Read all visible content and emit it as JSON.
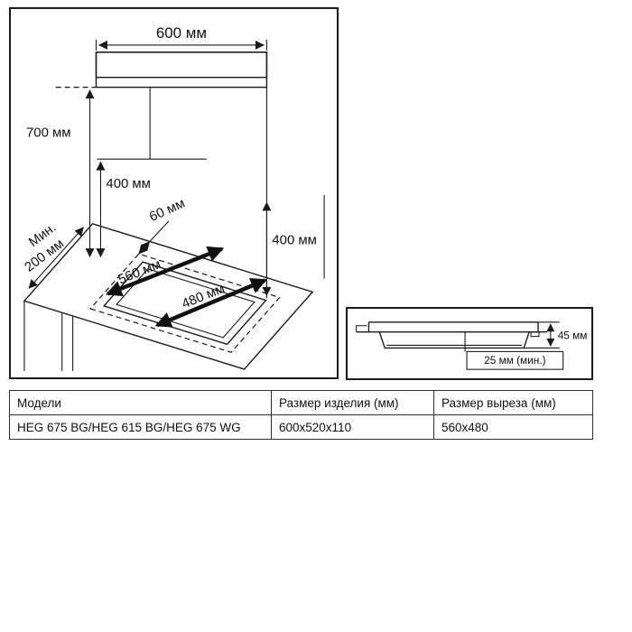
{
  "installation_diagram": {
    "width_600": "600 мм",
    "height_700": "700 мм",
    "height_400_left": "400 мм",
    "gap_60": "60 мм",
    "height_400_right": "400 мм",
    "min_200_line1": "Мин.",
    "min_200_line2": "200 мм",
    "cutout_width_560": "560 мм",
    "cutout_depth_480": "480 мм"
  },
  "cross_section": {
    "height_45": "45 мм",
    "clearance_25": "25 мм (мин.)"
  },
  "table": {
    "headers": [
      "Модели",
      "Размер изделия (мм)",
      "Размер выреза (мм)"
    ],
    "rows": [
      {
        "model": "HEG 675 BG/HEG 615 BG/HEG 675 WG",
        "product_size": "600x520x110",
        "cutout_size": "560x480"
      }
    ]
  },
  "colors": {
    "hood_fill": "#9a9a9a",
    "line": "#1a1a1a"
  }
}
